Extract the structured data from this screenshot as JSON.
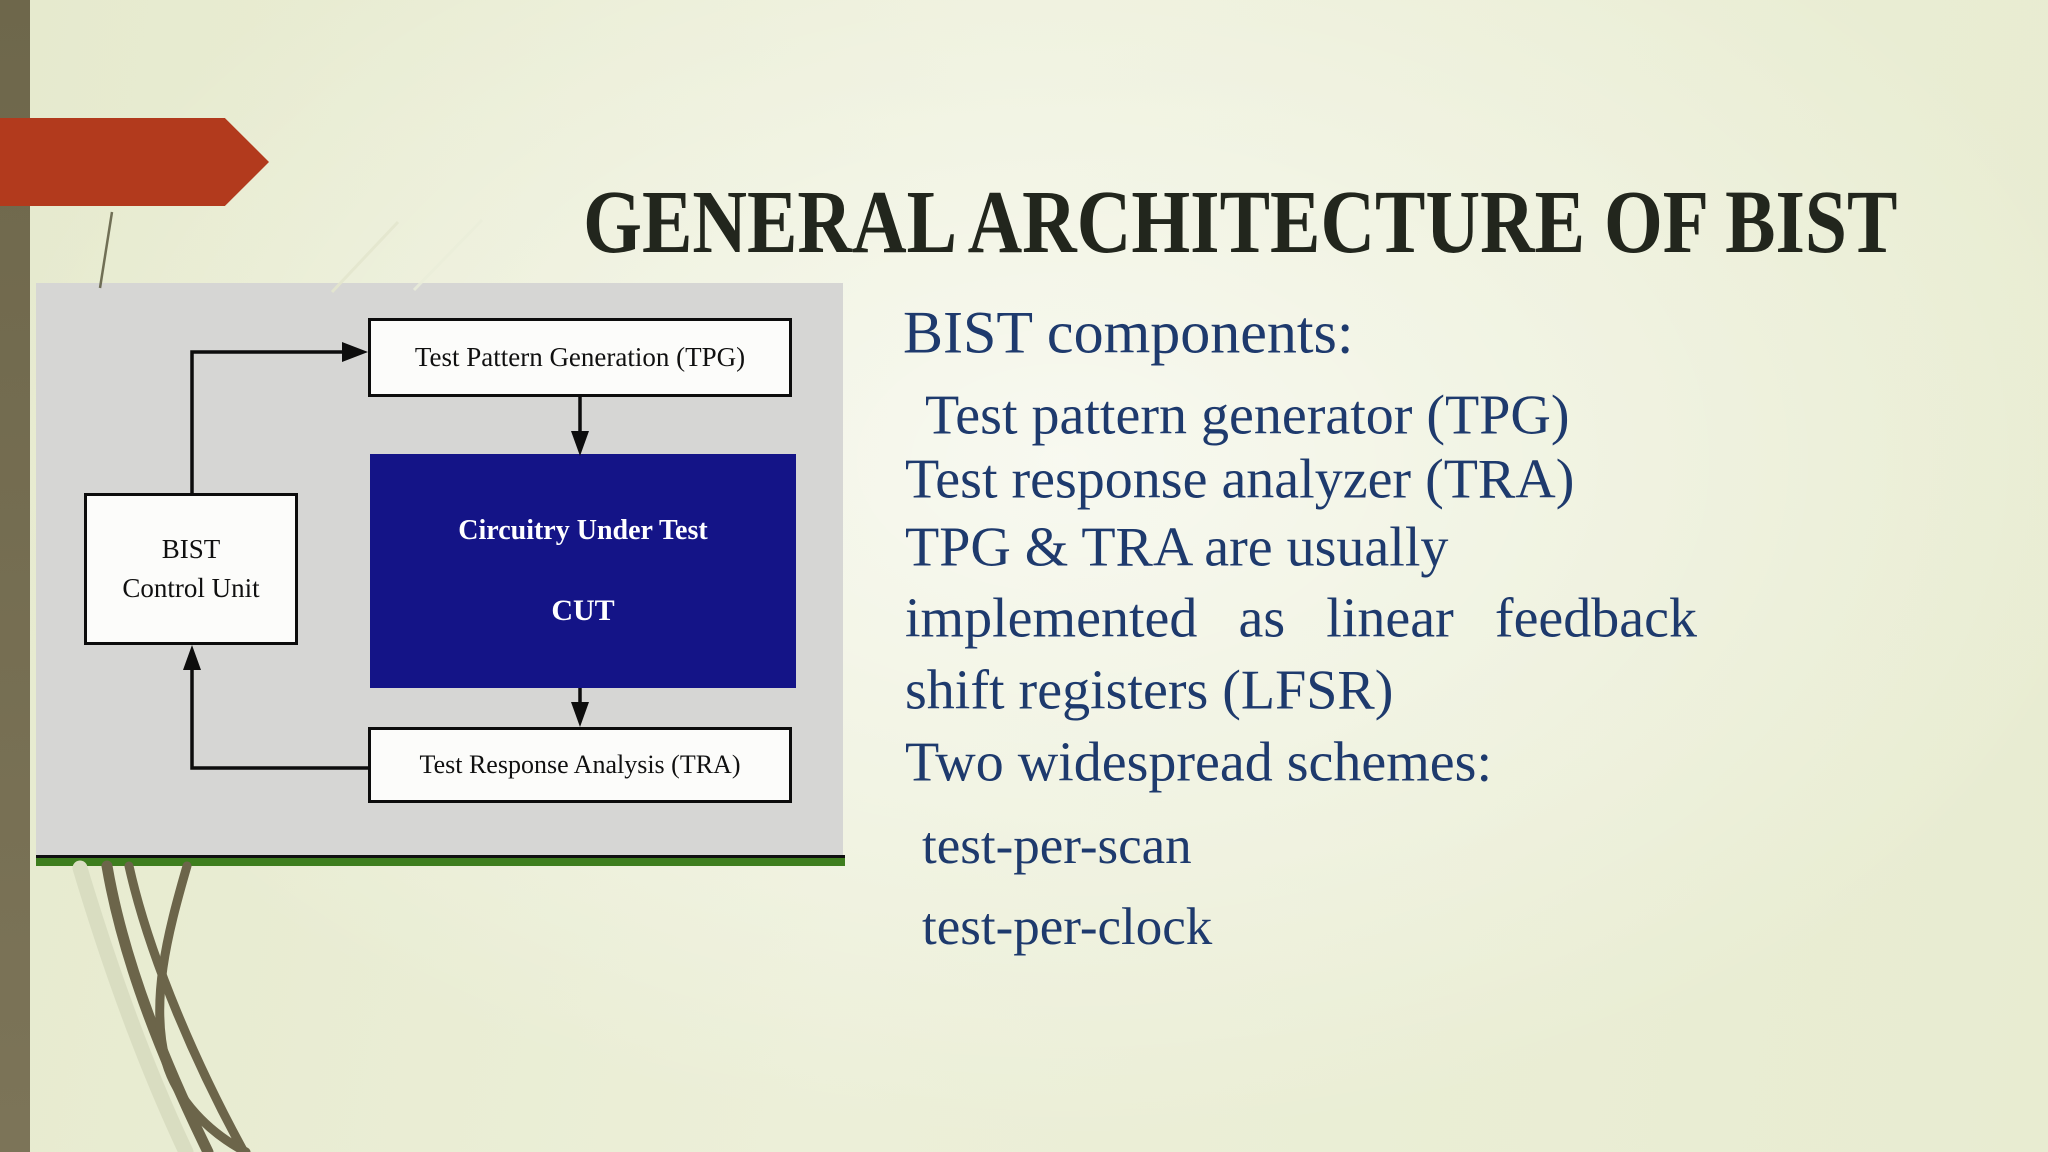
{
  "slide_title": "GENERAL ARCHITECTURE OF BIST",
  "diagram": {
    "tpg_label": "Test Pattern Generation (TPG)",
    "cut_title": "Circuitry Under Test",
    "cut_abbr": "CUT",
    "bist_line1": "BIST",
    "bist_line2": "Control Unit",
    "tra_label": "Test Response Analysis (TRA)"
  },
  "right_text": {
    "lines": [
      {
        "text": "BIST components:"
      },
      {
        "text": "Test pattern generator (TPG)"
      },
      {
        "text": "Test response analyzer (TRA)"
      },
      {
        "text": "TPG & TRA are usually"
      },
      {
        "text": "implemented as linear feedback"
      },
      {
        "text": "shift registers (LFSR)"
      },
      {
        "text": "Two widespread schemes:"
      },
      {
        "text": "test-per-scan"
      },
      {
        "text": "test-per-clock"
      }
    ]
  },
  "colors": {
    "background": "#e9edd3",
    "sidebar_olive": "#776f53",
    "accent_red": "#b23a1d",
    "title_black": "#22261d",
    "panel_gray": "#d6d6d4",
    "underline_green": "#3e7e1e",
    "cut_navy": "#141487",
    "text_navy": "#1e3a6d"
  }
}
